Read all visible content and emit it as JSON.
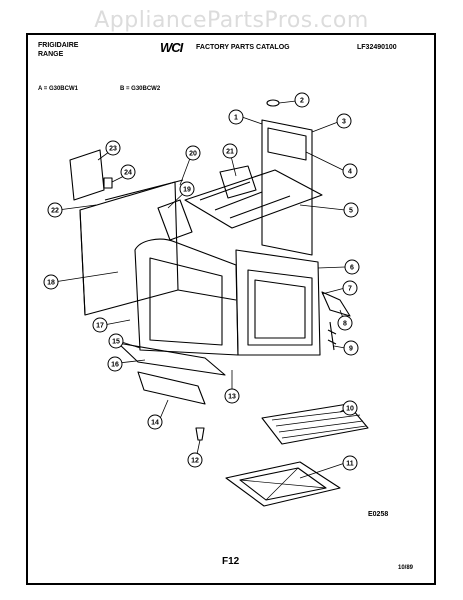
{
  "watermark": "AppliancePartsPros.com",
  "header": {
    "brand_line1": "FRIGIDAIRE",
    "brand_line2": "RANGE",
    "logo": "WCI",
    "catalog_title": "FACTORY PARTS CATALOG",
    "catalog_number": "LF32490100",
    "model_a": "A = G30BCW1",
    "model_b": "B = G30BCW2"
  },
  "callouts": [
    "1",
    "2",
    "3",
    "4",
    "5",
    "6",
    "7",
    "8",
    "9",
    "10",
    "11",
    "12",
    "13",
    "14",
    "15",
    "16",
    "17",
    "18",
    "19",
    "20",
    "21",
    "22",
    "23",
    "24"
  ],
  "footer": {
    "diagram_code": "E0258",
    "page_label": "F12",
    "date": "10/89"
  }
}
